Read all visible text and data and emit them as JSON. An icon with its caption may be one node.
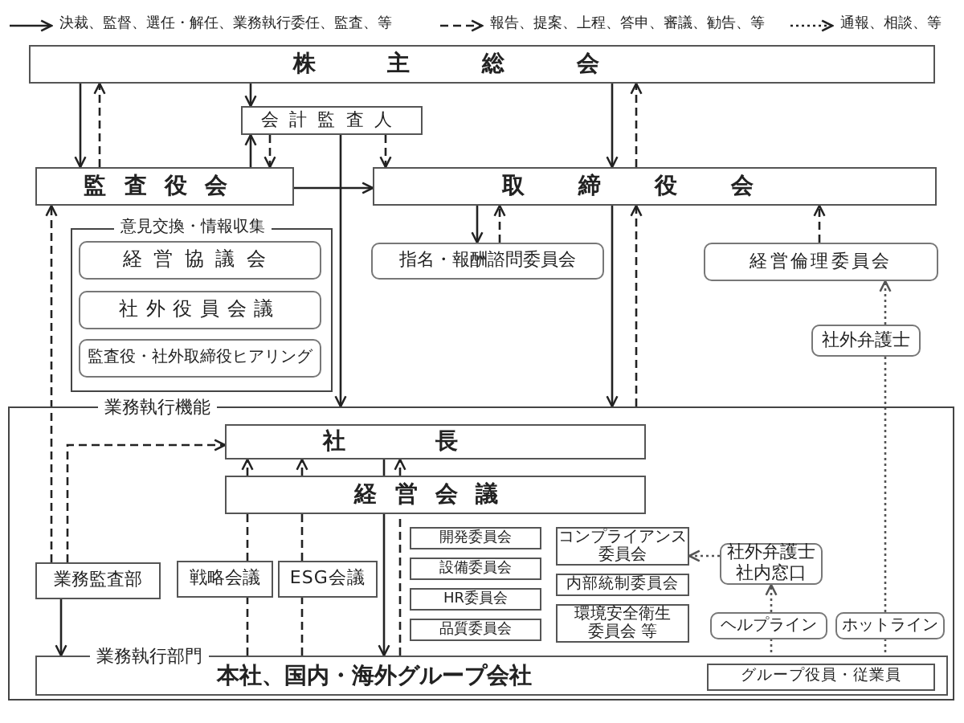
{
  "diagram": {
    "nodes": [
      {
        "text": [
          "株主総会"
        ]
      },
      {
        "text": [
          "会計監査人"
        ]
      },
      {
        "text": [
          "監査役会"
        ]
      },
      {
        "text": [
          "取締役会"
        ]
      },
      {
        "text": [
          "意見交換・情報収集"
        ]
      },
      {
        "text": [
          "経営協議会"
        ],
        "in": 4
      },
      {
        "text": [
          "社外役員会議"
        ],
        "in": 4
      },
      {
        "text": [
          "監査役・社外取締役ヒアリング"
        ],
        "in": 4
      },
      {
        "text": [
          "指名・報酬諮問委員会"
        ]
      },
      {
        "text": [
          "経営倫理委員会"
        ]
      },
      {
        "text": [
          "社外弁護士"
        ]
      },
      {
        "text": [
          "業務執行機能"
        ]
      },
      {
        "text": [
          "社長"
        ],
        "in": 11
      },
      {
        "text": [
          "経営会議"
        ],
        "in": 11
      },
      {
        "text": [
          "業務監査部"
        ],
        "in": 11
      },
      {
        "text": [
          "戦略会議"
        ],
        "in": 11
      },
      {
        "text": [
          "ESG会議"
        ],
        "in": 11
      },
      {
        "text": [
          "開発委員会"
        ],
        "in": 11
      },
      {
        "text": [
          "設備委員会"
        ],
        "in": 11
      },
      {
        "text": [
          "HR委員会"
        ],
        "in": 11
      },
      {
        "text": [
          "品質委員会"
        ],
        "in": 11
      },
      {
        "text": [
          "コンプライアンス委員会"
        ],
        "in": 11
      },
      {
        "text": [
          "内部統制委員会"
        ],
        "in": 11
      },
      {
        "text": [
          "環境安全衛生委員会 等"
        ],
        "in": 11
      },
      {
        "text": [
          "社外弁護士社内窓口"
        ],
        "in": 11
      },
      {
        "text": [
          "ヘルプライン"
        ],
        "in": 11
      },
      {
        "text": [
          "ホットライン"
        ],
        "in": 11
      },
      {
        "text": [
          "業務執行部門",
          "本社、国内・海外グループ会社"
        ],
        "in": 11
      },
      {
        "text": [
          "グループ役員・従業員"
        ],
        "in": 27
      }
    ],
    "edges": [
      {
        "from": 0,
        "to": 2,
        "arrow": "to"
      },
      {
        "from": 2,
        "to": 0,
        "arrow": "to",
        "style": "dashed"
      },
      {
        "from": 0,
        "to": 1,
        "arrow": "to"
      },
      {
        "from": 2,
        "to": 1,
        "arrow": "to"
      },
      {
        "from": 1,
        "to": 2,
        "arrow": "to",
        "style": "dashed"
      },
      {
        "from": 1,
        "to": 3,
        "arrow": "to",
        "style": "dashed"
      },
      {
        "from": 2,
        "to": 3,
        "arrow": "to"
      },
      {
        "from": 1,
        "to": 11,
        "arrow": "to"
      },
      {
        "from": 0,
        "to": 3,
        "arrow": "to"
      },
      {
        "from": 3,
        "to": 0,
        "arrow": "to",
        "style": "dashed"
      },
      {
        "from": 3,
        "to": 8,
        "arrow": "to"
      },
      {
        "from": 8,
        "to": 3,
        "arrow": "to",
        "style": "dashed"
      },
      {
        "from": 3,
        "to": 11,
        "arrow": "to"
      },
      {
        "from": 11,
        "to": 3,
        "arrow": "to",
        "style": "dashed"
      },
      {
        "from": 9,
        "to": 3,
        "arrow": "to",
        "style": "dashed"
      },
      {
        "from": 10,
        "to": 9,
        "arrow": "to",
        "style": "dashed",
        "color": "#555555"
      },
      {
        "from": 26,
        "to": 10,
        "arrow": "none",
        "style": "dashed",
        "color": "#555555"
      },
      {
        "from": 28,
        "to": 26,
        "arrow": "none",
        "style": "dashed",
        "color": "#555555"
      },
      {
        "from": 28,
        "to": 25,
        "arrow": "none",
        "style": "dashed",
        "color": "#555555"
      },
      {
        "from": 25,
        "to": 24,
        "arrow": "to",
        "style": "dashed",
        "color": "#555555"
      },
      {
        "from": 24,
        "to": 21,
        "arrow": "to",
        "style": "dashed",
        "color": "#555555"
      },
      {
        "from": 14,
        "to": 2,
        "arrow": "to",
        "style": "dashed"
      },
      {
        "from": 14,
        "to": 12,
        "arrow": "to",
        "style": "dashed"
      },
      {
        "from": 14,
        "to": 27,
        "arrow": "to"
      },
      {
        "from": 27,
        "to": 15,
        "arrow": "none",
        "style": "dashed"
      },
      {
        "from": 15,
        "to": 13,
        "arrow": "none",
        "style": "dashed"
      },
      {
        "from": 13,
        "to": 12,
        "arrow": "to",
        "style": "dashed"
      },
      {
        "from": 27,
        "to": 16,
        "arrow": "none",
        "style": "dashed"
      },
      {
        "from": 16,
        "to": 13,
        "arrow": "none",
        "style": "dashed"
      },
      {
        "from": 13,
        "to": 12,
        "arrow": "to",
        "style": "dashed"
      },
      {
        "from": 12,
        "to": 13,
        "arrow": "none"
      },
      {
        "from": 13,
        "to": 27,
        "arrow": "to"
      },
      {
        "from": 27,
        "to": 13,
        "arrow": "none",
        "style": "dashed"
      },
      {
        "from": 13,
        "to": 12,
        "arrow": "to",
        "style": "dashed"
      }
    ],
    "legend": [
      {
        "text": "決裁、監督、選任・解任、業務執行委任、監査、等"
      },
      {
        "text": "報告、提案、上程、答申、審議、勧告、等"
      },
      {
        "text": "通報、相談、等"
      }
    ]
  }
}
